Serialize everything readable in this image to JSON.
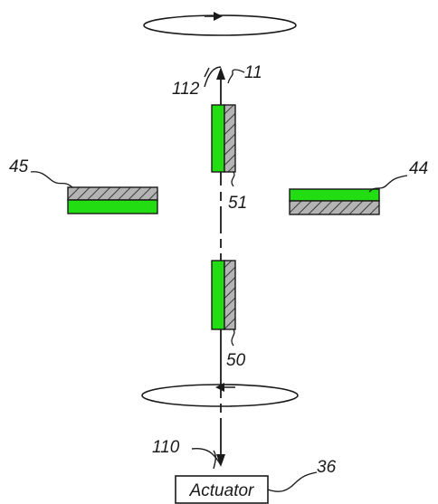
{
  "diagram": {
    "labels": {
      "l11": "11",
      "l112": "112",
      "l45": "45",
      "l44": "44",
      "l51": "51",
      "l50": "50",
      "l110": "110",
      "l36": "36"
    },
    "actuator_label": "Actuator",
    "colors": {
      "green": "#22dd11",
      "hatch_fill": "#b4b4b4",
      "line": "#1a1a1a"
    }
  }
}
